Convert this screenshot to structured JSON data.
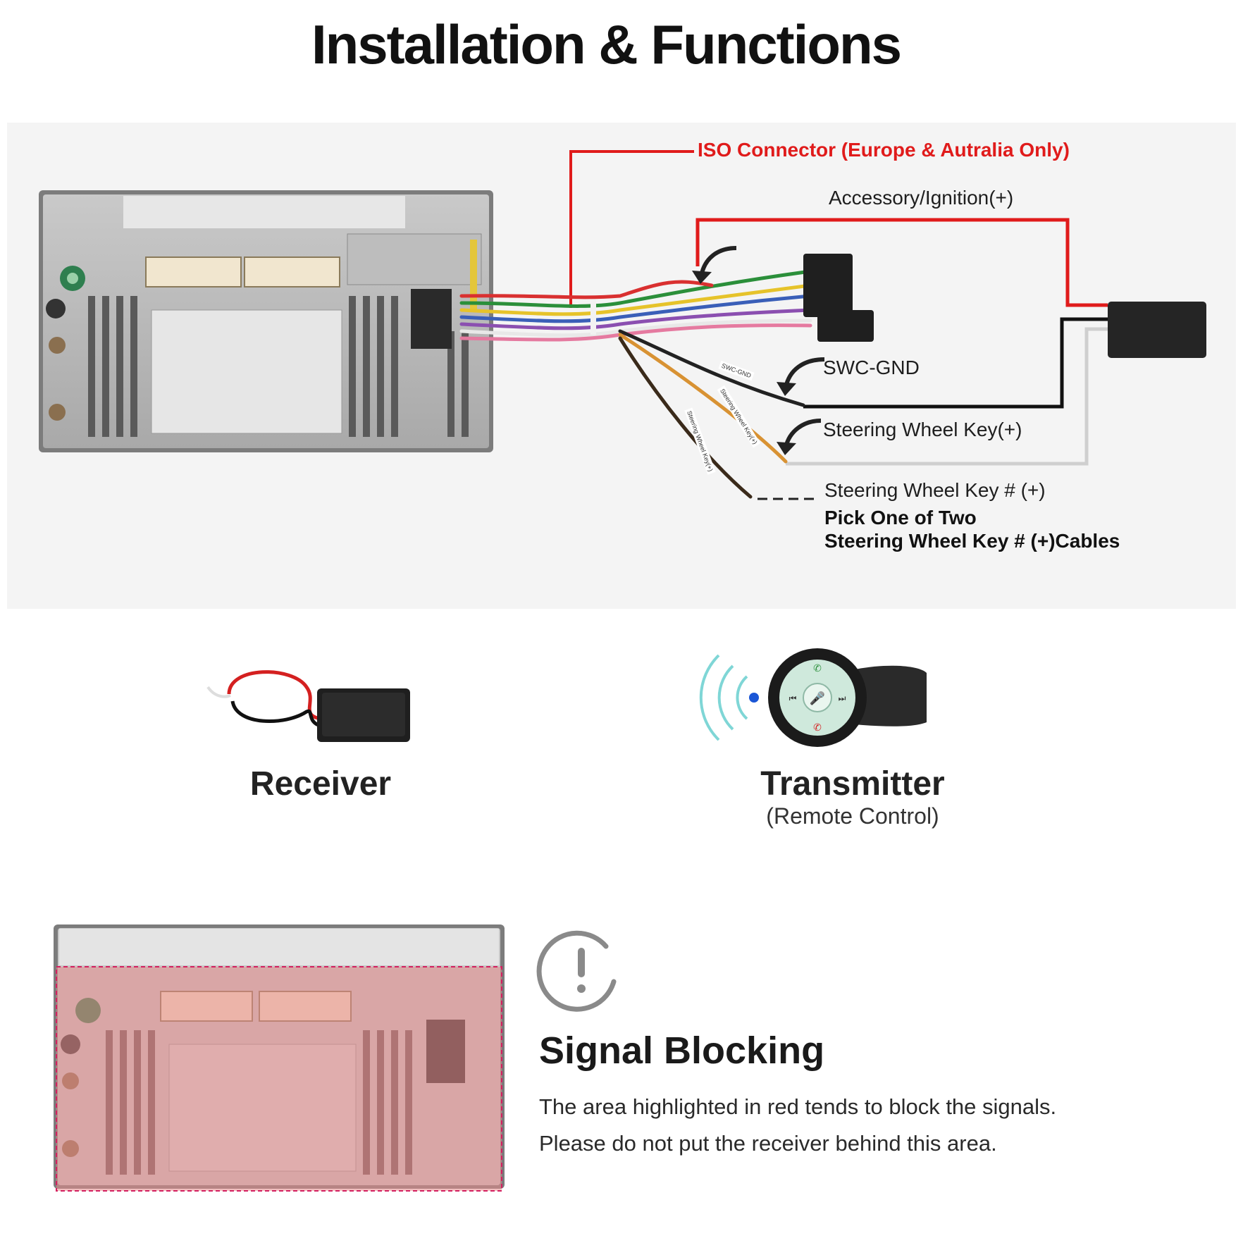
{
  "page_title": "Installation & Functions",
  "wiring": {
    "iso_connector": "ISO Connector (Europe & Autralia Only)",
    "accessory": "Accessory/Ignition(+)",
    "swc_gnd": "SWC-GND",
    "steering_key": "Steering Wheel Key(+)",
    "steering_key_alt": "Steering Wheel Key # (+)",
    "pick_one_line1": "Pick One of Two",
    "pick_one_line2": "Steering Wheel Key # (+)Cables",
    "cable_tags": [
      "SWC-GND",
      "Steering Wheel Key(+)",
      "Steering Wheel Key(+)"
    ]
  },
  "receiver": {
    "label": "Receiver"
  },
  "transmitter": {
    "label": "Transmitter",
    "sublabel": "(Remote Control)"
  },
  "signal_blocking": {
    "title": "Signal Blocking",
    "line1": "The area highlighted in red tends to block the signals.",
    "line2": "Please do not put the receiver behind this area."
  },
  "colors": {
    "accent_red": "#e01b1b",
    "wire_black": "#111111",
    "wire_gray": "#cfcfcf",
    "highlight": "#e8a0a0"
  }
}
